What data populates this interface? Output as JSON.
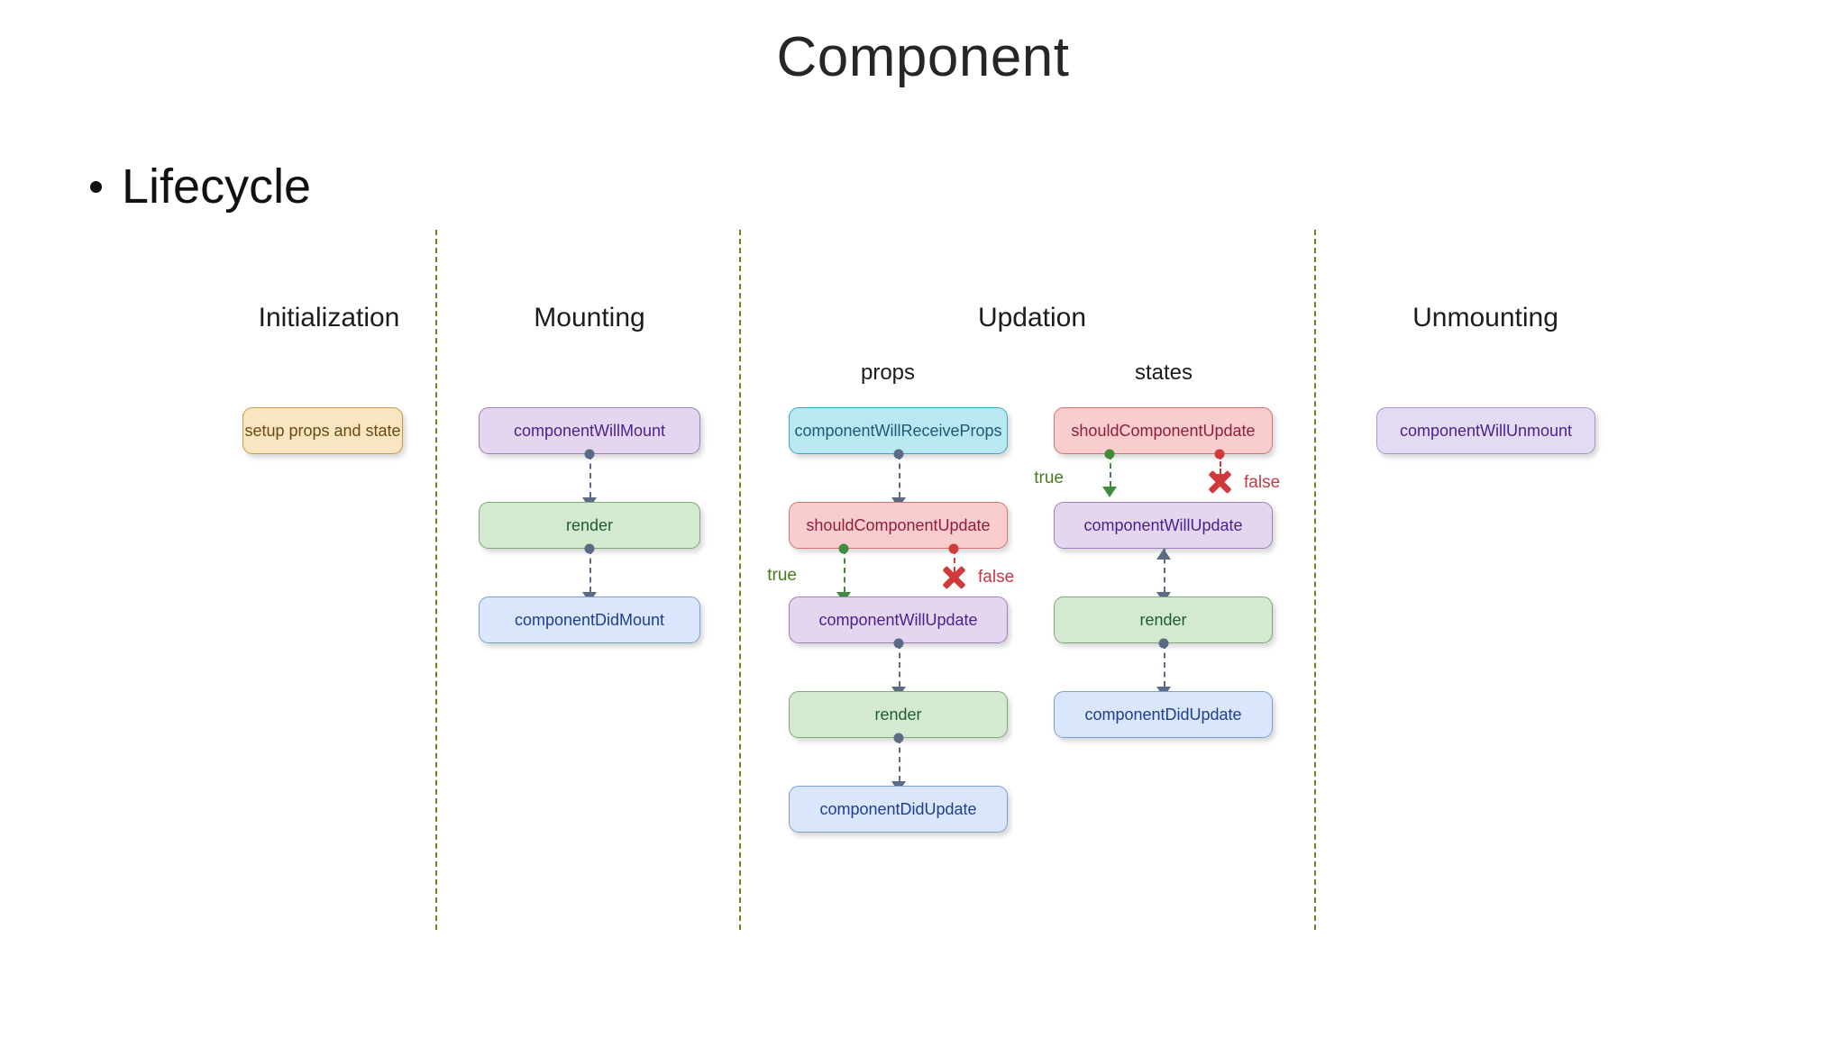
{
  "slide": {
    "title": "Component",
    "bullet": "Lifecycle",
    "bullet_icon": "bullet-dot"
  },
  "theme": {
    "background": "#ffffff",
    "divider_color": "#7a7a1e",
    "arrow_color": "#5c6b85",
    "true_color": "#3f8c3f",
    "false_color": "#cf3a3a",
    "purple_fill": "#e4d6ef",
    "green_fill": "#d4ead0",
    "blue_fill": "#dae6fb",
    "cyan_fill": "#b9e7f2",
    "red_fill": "#f9cdcd",
    "tan_fill": "#fae5c3",
    "lilac_fill": "#e3dbf2"
  },
  "diagram": {
    "columns": [
      {
        "id": "initialization",
        "header": "Initialization"
      },
      {
        "id": "mounting",
        "header": "Mounting"
      },
      {
        "id": "updation",
        "header": "Updation"
      },
      {
        "id": "unmounting",
        "header": "Unmounting"
      }
    ],
    "sub_headers": [
      {
        "id": "props",
        "label": "props"
      },
      {
        "id": "states",
        "label": "states"
      }
    ],
    "nodes": {
      "init_setup": "setup props and state",
      "mount_will": "componentWillMount",
      "mount_render": "render",
      "mount_did": "componentDidMount",
      "props_receive": "componentWillReceiveProps",
      "props_should": "shouldComponentUpdate",
      "props_will": "componentWillUpdate",
      "props_render": "render",
      "props_did": "componentDidUpdate",
      "states_should": "shouldComponentUpdate",
      "states_will": "componentWillUpdate",
      "states_render": "render",
      "states_did": "componentDidUpdate",
      "unmount_will": "componentWillUnmount"
    },
    "branch_labels": {
      "props_true": "true",
      "props_false": "false",
      "states_true": "true",
      "states_false": "false"
    }
  }
}
